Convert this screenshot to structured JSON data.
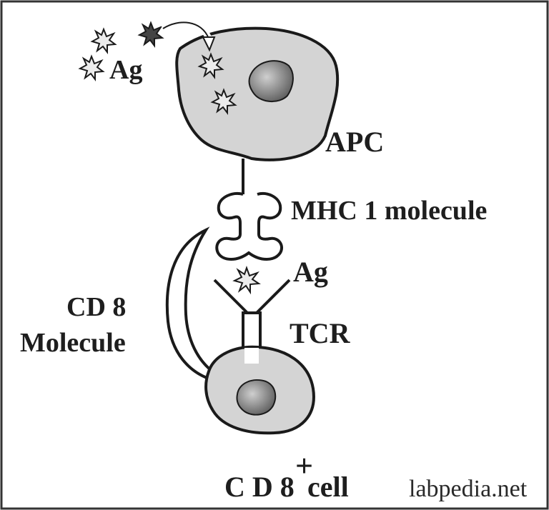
{
  "labels": {
    "ag_top": "Ag",
    "apc": "APC",
    "mhc": "MHC 1 molecule",
    "ag_bottom": "Ag",
    "cd8_line1": "CD 8",
    "cd8_line2": "Molecule",
    "tcr": "TCR",
    "cd8_cell": "C D 8",
    "cd8_cell_superscript": "+",
    "cd8_cell_suffix": "cell"
  },
  "watermark": "labpedia.net",
  "colors": {
    "border": "#333333",
    "cell_fill": "#d4d4d4",
    "stroke": "#1a1a1a",
    "nucleus_dark": "#6e6e6e",
    "nucleus_light": "#c2c2c2",
    "star_light": "#ececec",
    "star_dark": "#444444"
  },
  "icons": [
    "antigen-star-icon",
    "arrow-icon",
    "nucleus-icon"
  ]
}
